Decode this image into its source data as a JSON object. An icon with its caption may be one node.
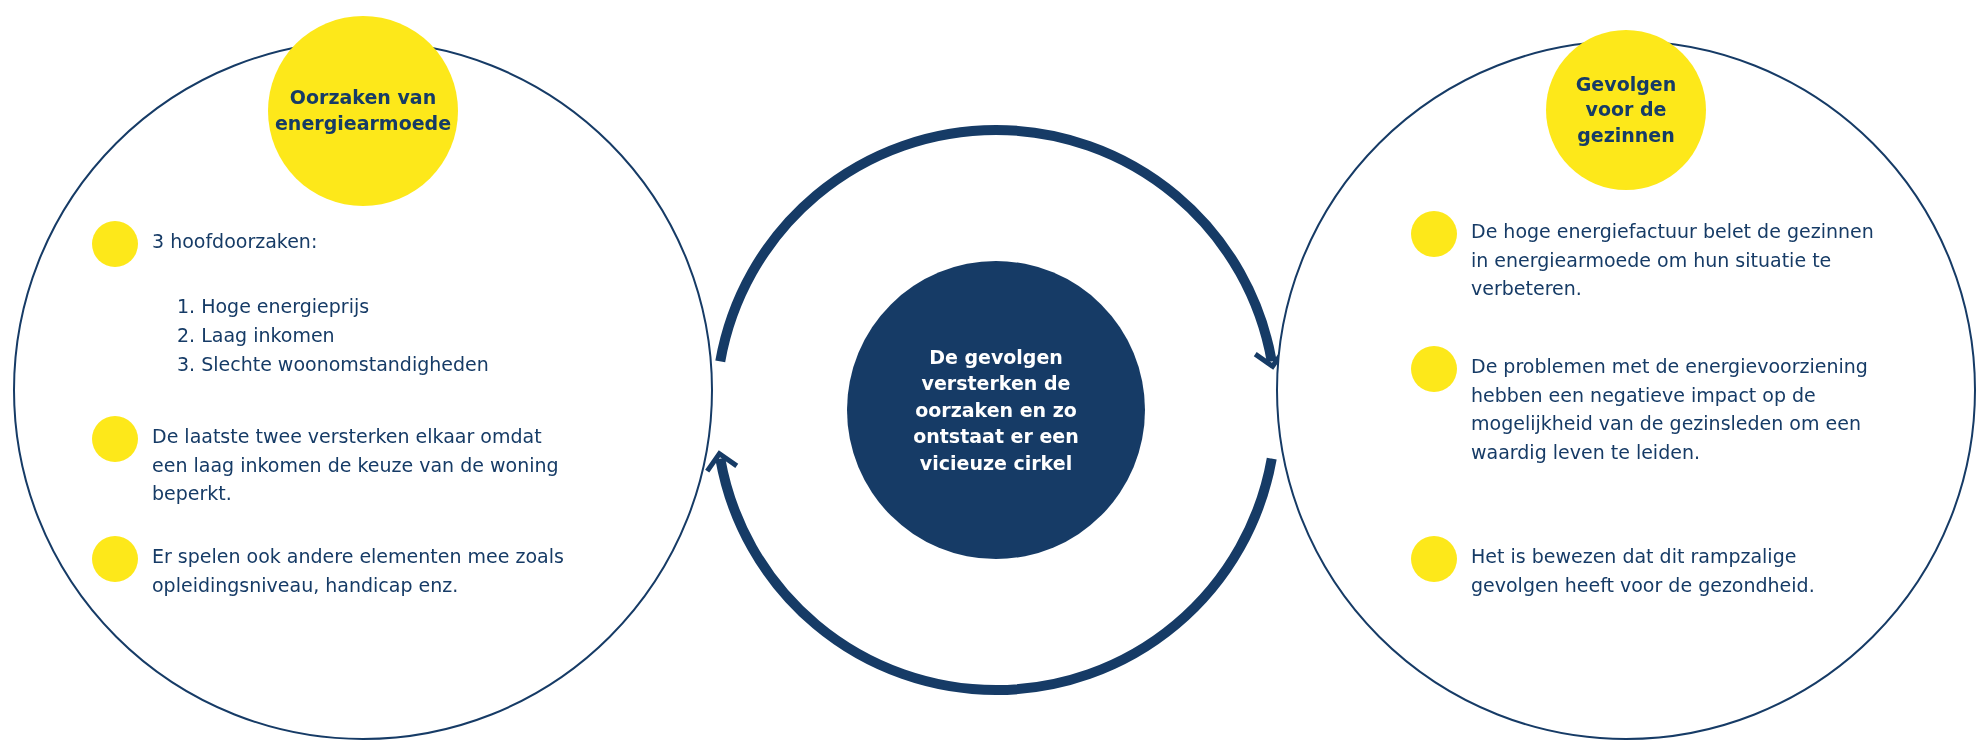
{
  "diagram": {
    "nodes": [
      {
        "text": [
          "3 hoofdoorzaken:",
          "1. Hoge energieprijs",
          "2. Laag inkomen",
          "3. Slechte woonomstandigheden",
          "De laatste twee versterken elkaar omdat een laag inkomen de keuze van de woning beperkt.",
          "Er spelen ook andere elementen mee zoals opleidingsniveau, handicap enz."
        ]
      },
      {
        "text": [
          "Oorzaken van energiearmoede"
        ]
      },
      {
        "text": [
          "De gevolgen versterken de oorzaken en zo ontstaat er een vicieuze cirkel"
        ]
      },
      {
        "text": [
          "De hoge energiefactuur belet de gezinnen in energiearmoede om hun situatie te verbeteren.",
          "De problemen met de energievoorziening hebben een negatieve impact op de mogelijkheid van de gezinsleden om een waardig leven te leiden.",
          "Het is bewezen dat dit rampzalige gevolgen heeft voor de gezondheid."
        ]
      },
      {
        "text": [
          "Gevolgen voor de gezinnen"
        ]
      }
    ],
    "edges": [
      {
        "from": 0,
        "to": 3,
        "arrow": "to"
      },
      {
        "from": 3,
        "to": 0,
        "arrow": "to"
      }
    ]
  }
}
